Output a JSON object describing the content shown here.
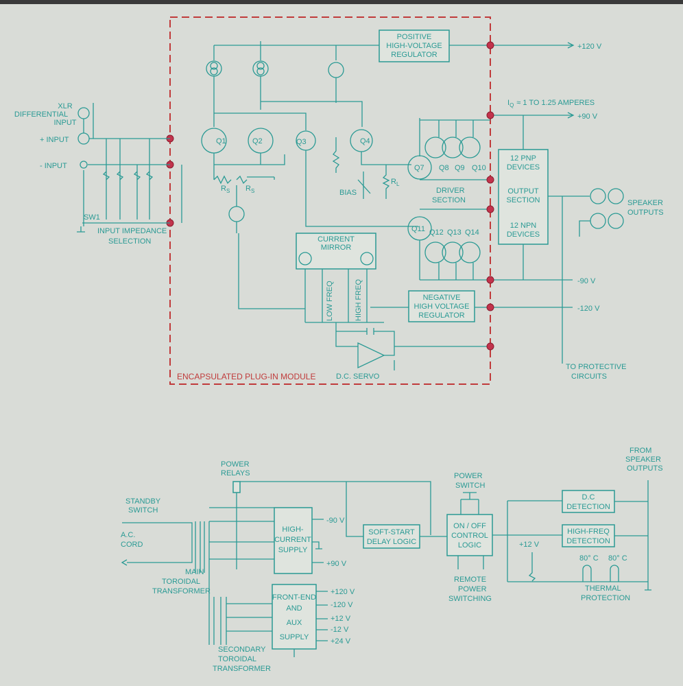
{
  "module": {
    "label": "ENCAPSULATED PLUG-IN MODULE"
  },
  "blocks": {
    "pos_reg": [
      "POSITIVE",
      "HIGH-VOLTAGE",
      "REGULATOR"
    ],
    "neg_reg": [
      "NEGATIVE",
      "HIGH VOLTAGE",
      "REGULATOR"
    ],
    "current_mirror": [
      "CURRENT",
      "MIRROR"
    ],
    "output_section": {
      "pnp": [
        "12 PNP",
        "DEVICES"
      ],
      "mid": [
        "OUTPUT",
        "SECTION"
      ],
      "npn": [
        "12 NPN",
        "DEVICES"
      ]
    },
    "high_current": [
      "HIGH-",
      "CURRENT",
      "SUPPLY"
    ],
    "front_end": [
      "FRONT-END",
      "AND",
      "AUX",
      "SUPPLY"
    ],
    "soft_start": [
      "SOFT-START",
      "DELAY LOGIC"
    ],
    "on_off": [
      "ON / OFF",
      "CONTROL",
      "LOGIC"
    ],
    "dc_detect": [
      "D.C",
      "DETECTION"
    ],
    "hf_detect": [
      "HIGH-FREQ",
      "DETECTION"
    ]
  },
  "rails": {
    "p120": "+120 V",
    "p90": "+90 V",
    "m90": "-90 V",
    "m120": "-120 V",
    "iq": "I",
    "iq_sub": "Q",
    "iq_rest": "≈ 1 TO 1.25 AMPERES",
    "protect": [
      "TO PROTECTIVE",
      "CIRCUITS"
    ],
    "speaker": [
      "SPEAKER",
      "OUTPUTS"
    ]
  },
  "inputs": {
    "xlr": [
      "XLR",
      "DIFFERENTIAL",
      "INPUT"
    ],
    "plus": "+ INPUT",
    "minus": "- INPUT",
    "sw1": "SW1",
    "imp": [
      "INPUT IMPEDANCE",
      "SELECTION"
    ]
  },
  "parts": {
    "q1": "Q1",
    "q2": "Q2",
    "q3": "Q3",
    "q4": "Q4",
    "q7": "Q7",
    "q8": "Q8",
    "q9": "Q9",
    "q10": "Q10",
    "q11": "Q11",
    "q12": "Q12",
    "q13": "Q13",
    "q14": "Q14",
    "rs": "R",
    "rs_sub": "S",
    "rl": "R",
    "rl_sub": "L",
    "bias": "BIAS",
    "driver": [
      "DRIVER",
      "SECTION"
    ],
    "low_freq": "LOW FREQ",
    "high_freq": "HIGH FREQ",
    "dc_servo": "D.C. SERVO"
  },
  "power": {
    "relays": [
      "POWER",
      "RELAYS"
    ],
    "standby": [
      "STANDBY",
      "SWITCH"
    ],
    "ac": [
      "A.C.",
      "CORD"
    ],
    "main_tr": [
      "MAIN",
      "TOROIDAL",
      "TRANSFORMER"
    ],
    "sec_tr": [
      "SECONDARY",
      "TOROIDAL",
      "TRANSFORMER"
    ],
    "hc_out": [
      "+90 V",
      "-90 V"
    ],
    "fe_out": [
      "+120 V",
      "-120 V",
      "+12 V",
      "-12 V",
      "+24 V"
    ],
    "power_switch": [
      "POWER",
      "SWITCH"
    ],
    "remote": [
      "REMOTE",
      "POWER",
      "SWITCHING"
    ],
    "v12": "+12 V",
    "from_spk": [
      "FROM",
      "SPEAKER",
      "OUTPUTS"
    ],
    "t80a": "80° C",
    "t80b": "80° C",
    "thermal": [
      "THERMAL",
      "PROTECTION"
    ]
  }
}
